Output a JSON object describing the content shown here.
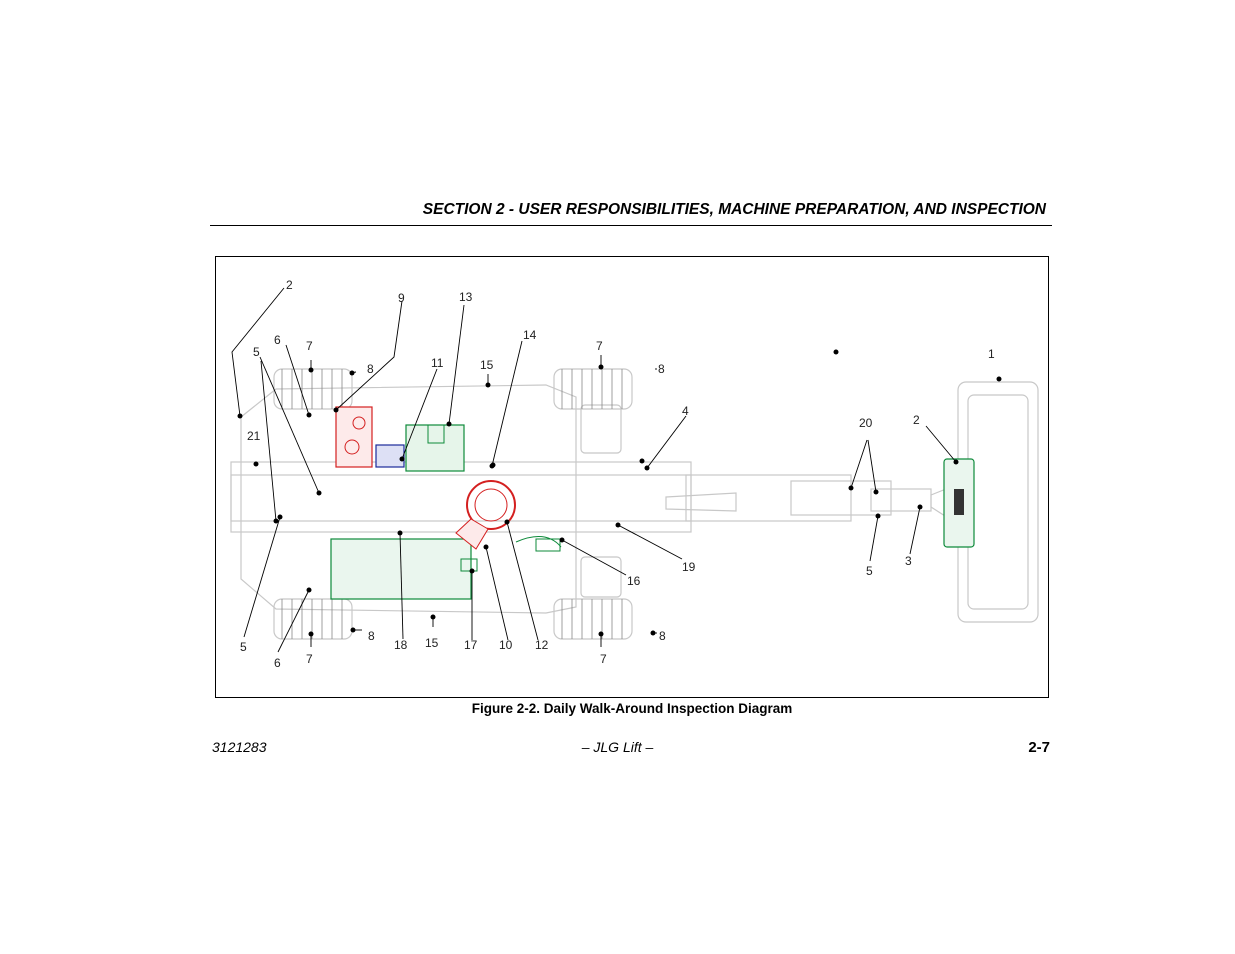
{
  "header": {
    "title": "SECTION 2 - USER RESPONSIBILITIES, MACHINE PREPARATION, AND INSPECTION"
  },
  "figure": {
    "caption": "Figure 2-2. Daily Walk-Around Inspection Diagram",
    "callouts": {
      "c2a": "2",
      "c9": "9",
      "c13": "13",
      "c14": "14",
      "c6a": "6",
      "c7a": "7",
      "c5a": "5",
      "c8a": "8",
      "c11": "11",
      "c15a": "15",
      "c7b": "7",
      "c8b": "8",
      "c4": "4",
      "c1": "1",
      "c21": "21",
      "c20": "20",
      "c2b": "2",
      "c19": "19",
      "c16": "16",
      "c5b": "5",
      "c3": "3",
      "c5c": "5",
      "c8c": "8",
      "c18": "18",
      "c15b": "15",
      "c17": "17",
      "c10": "10",
      "c12": "12",
      "c8d": "8",
      "c6b": "6",
      "c7c": "7",
      "c7d": "7"
    }
  },
  "footer": {
    "doc_number": "3121283",
    "center": "– JLG Lift –",
    "page": "2-7"
  }
}
